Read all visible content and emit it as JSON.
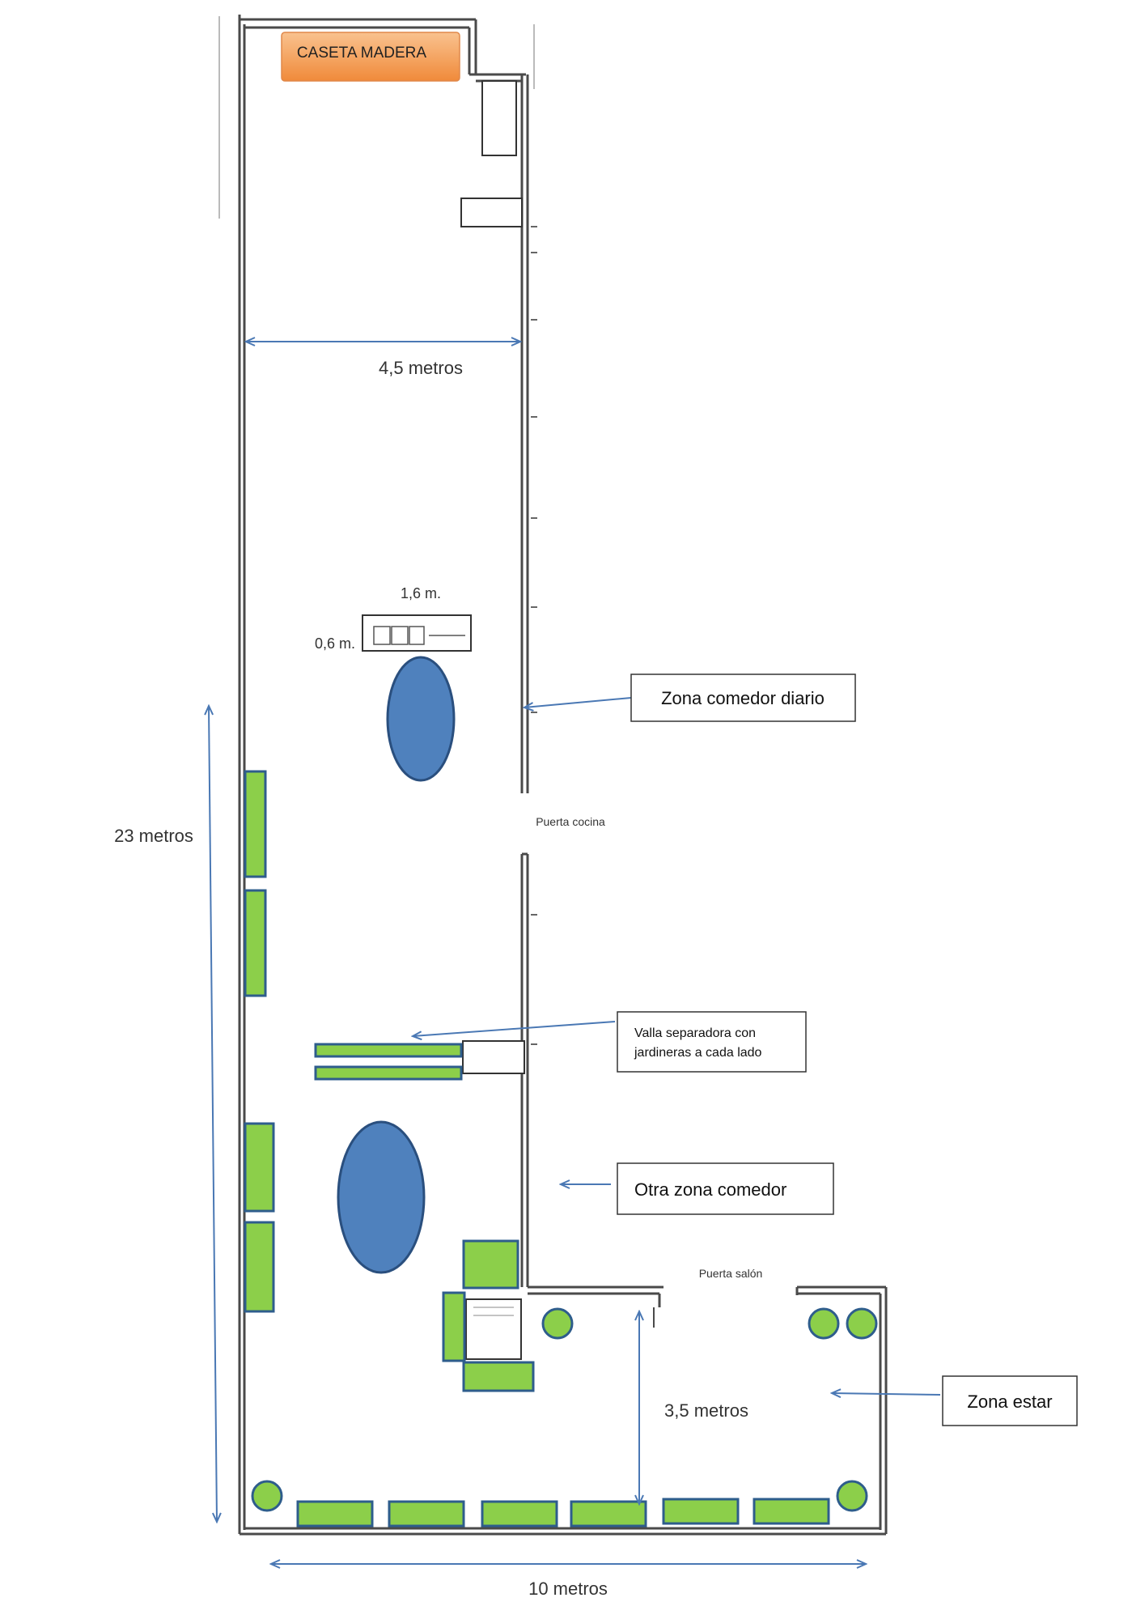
{
  "labels": {
    "caseta": "CASETA MADERA",
    "width_top": "4,5 metros",
    "bench_w": "1,6 m.",
    "bench_h": "0,6 m.",
    "height_total": "23 metros",
    "puerta_cocina": "Puerta cocina",
    "puerta_salon": "Puerta salón",
    "width_lower": "3,5 metros",
    "width_bottom": "10 metros"
  },
  "callouts": {
    "comedor_diario": "Zona comedor diario",
    "valla_line1": "Valla separadora con",
    "valla_line2": "jardineras a cada lado",
    "otra_comedor": "Otra zona comedor",
    "zona_estar": "Zona estar"
  },
  "colors": {
    "wall": "#4a4a4a",
    "green_fill": "#8ccf4a",
    "green_stroke": "#2e5d8c",
    "blue_fill": "#4f81bd",
    "blue_stroke": "#2a4f7e",
    "arrow": "#4a78b4",
    "caseta_fill": "#f4a460"
  }
}
